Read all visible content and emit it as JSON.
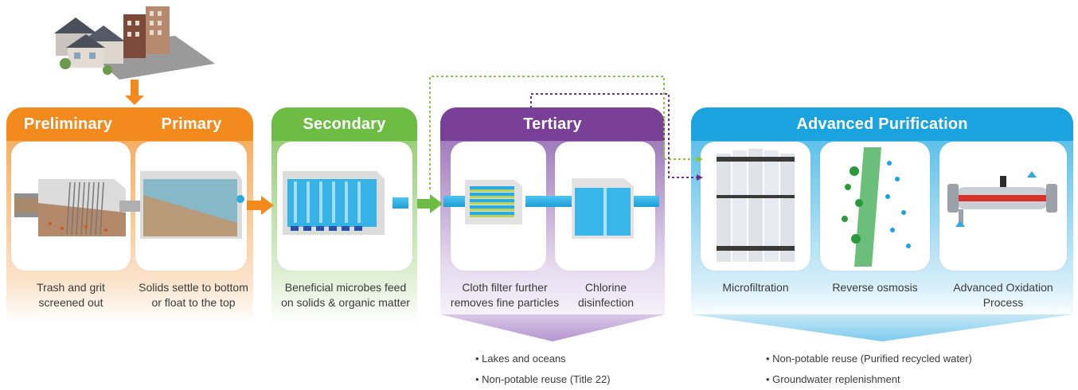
{
  "stages": [
    {
      "title": "Preliminary",
      "caption_line1": "Trash and grit",
      "caption_line2": "screened out",
      "color": "#f28a1e"
    },
    {
      "title": "Primary",
      "caption_line1": "Solids settle to bottom",
      "caption_line2": "or float to the top",
      "color": "#f28a1e"
    },
    {
      "title": "Secondary",
      "caption_line1": "Beneficial microbes feed",
      "caption_line2": "on solids & organic matter",
      "color": "#6dbd45"
    },
    {
      "title": "Tertiary",
      "color": "#7a3f97"
    },
    {
      "title": "Advanced Purification",
      "color": "#1aa3de"
    }
  ],
  "tertiary_steps": [
    {
      "caption_line1": "Cloth filter further",
      "caption_line2": "removes fine particles"
    },
    {
      "caption_line1": "Chlorine",
      "caption_line2": "disinfection"
    }
  ],
  "advanced_steps": [
    {
      "caption_line1": "Microfiltration",
      "caption_line2": ""
    },
    {
      "caption_line1": "Reverse osmosis",
      "caption_line2": ""
    },
    {
      "caption_line1": "Advanced Oxidation",
      "caption_line2": "Process"
    }
  ],
  "tertiary_outputs": [
    "• Lakes and oceans",
    "• Non-potable reuse (Title 22)"
  ],
  "advanced_outputs": [
    "• Non-potable reuse (Purified recycled water)",
    "• Groundwater replenishment"
  ],
  "colors": {
    "orange": "#f28a1e",
    "green": "#6dbd45",
    "purple": "#7a3f97",
    "blue": "#1aa3de",
    "pipe": "#1d9fd6",
    "green_dotted": "#8cc63f",
    "purple_dotted": "#6a2f8f"
  }
}
